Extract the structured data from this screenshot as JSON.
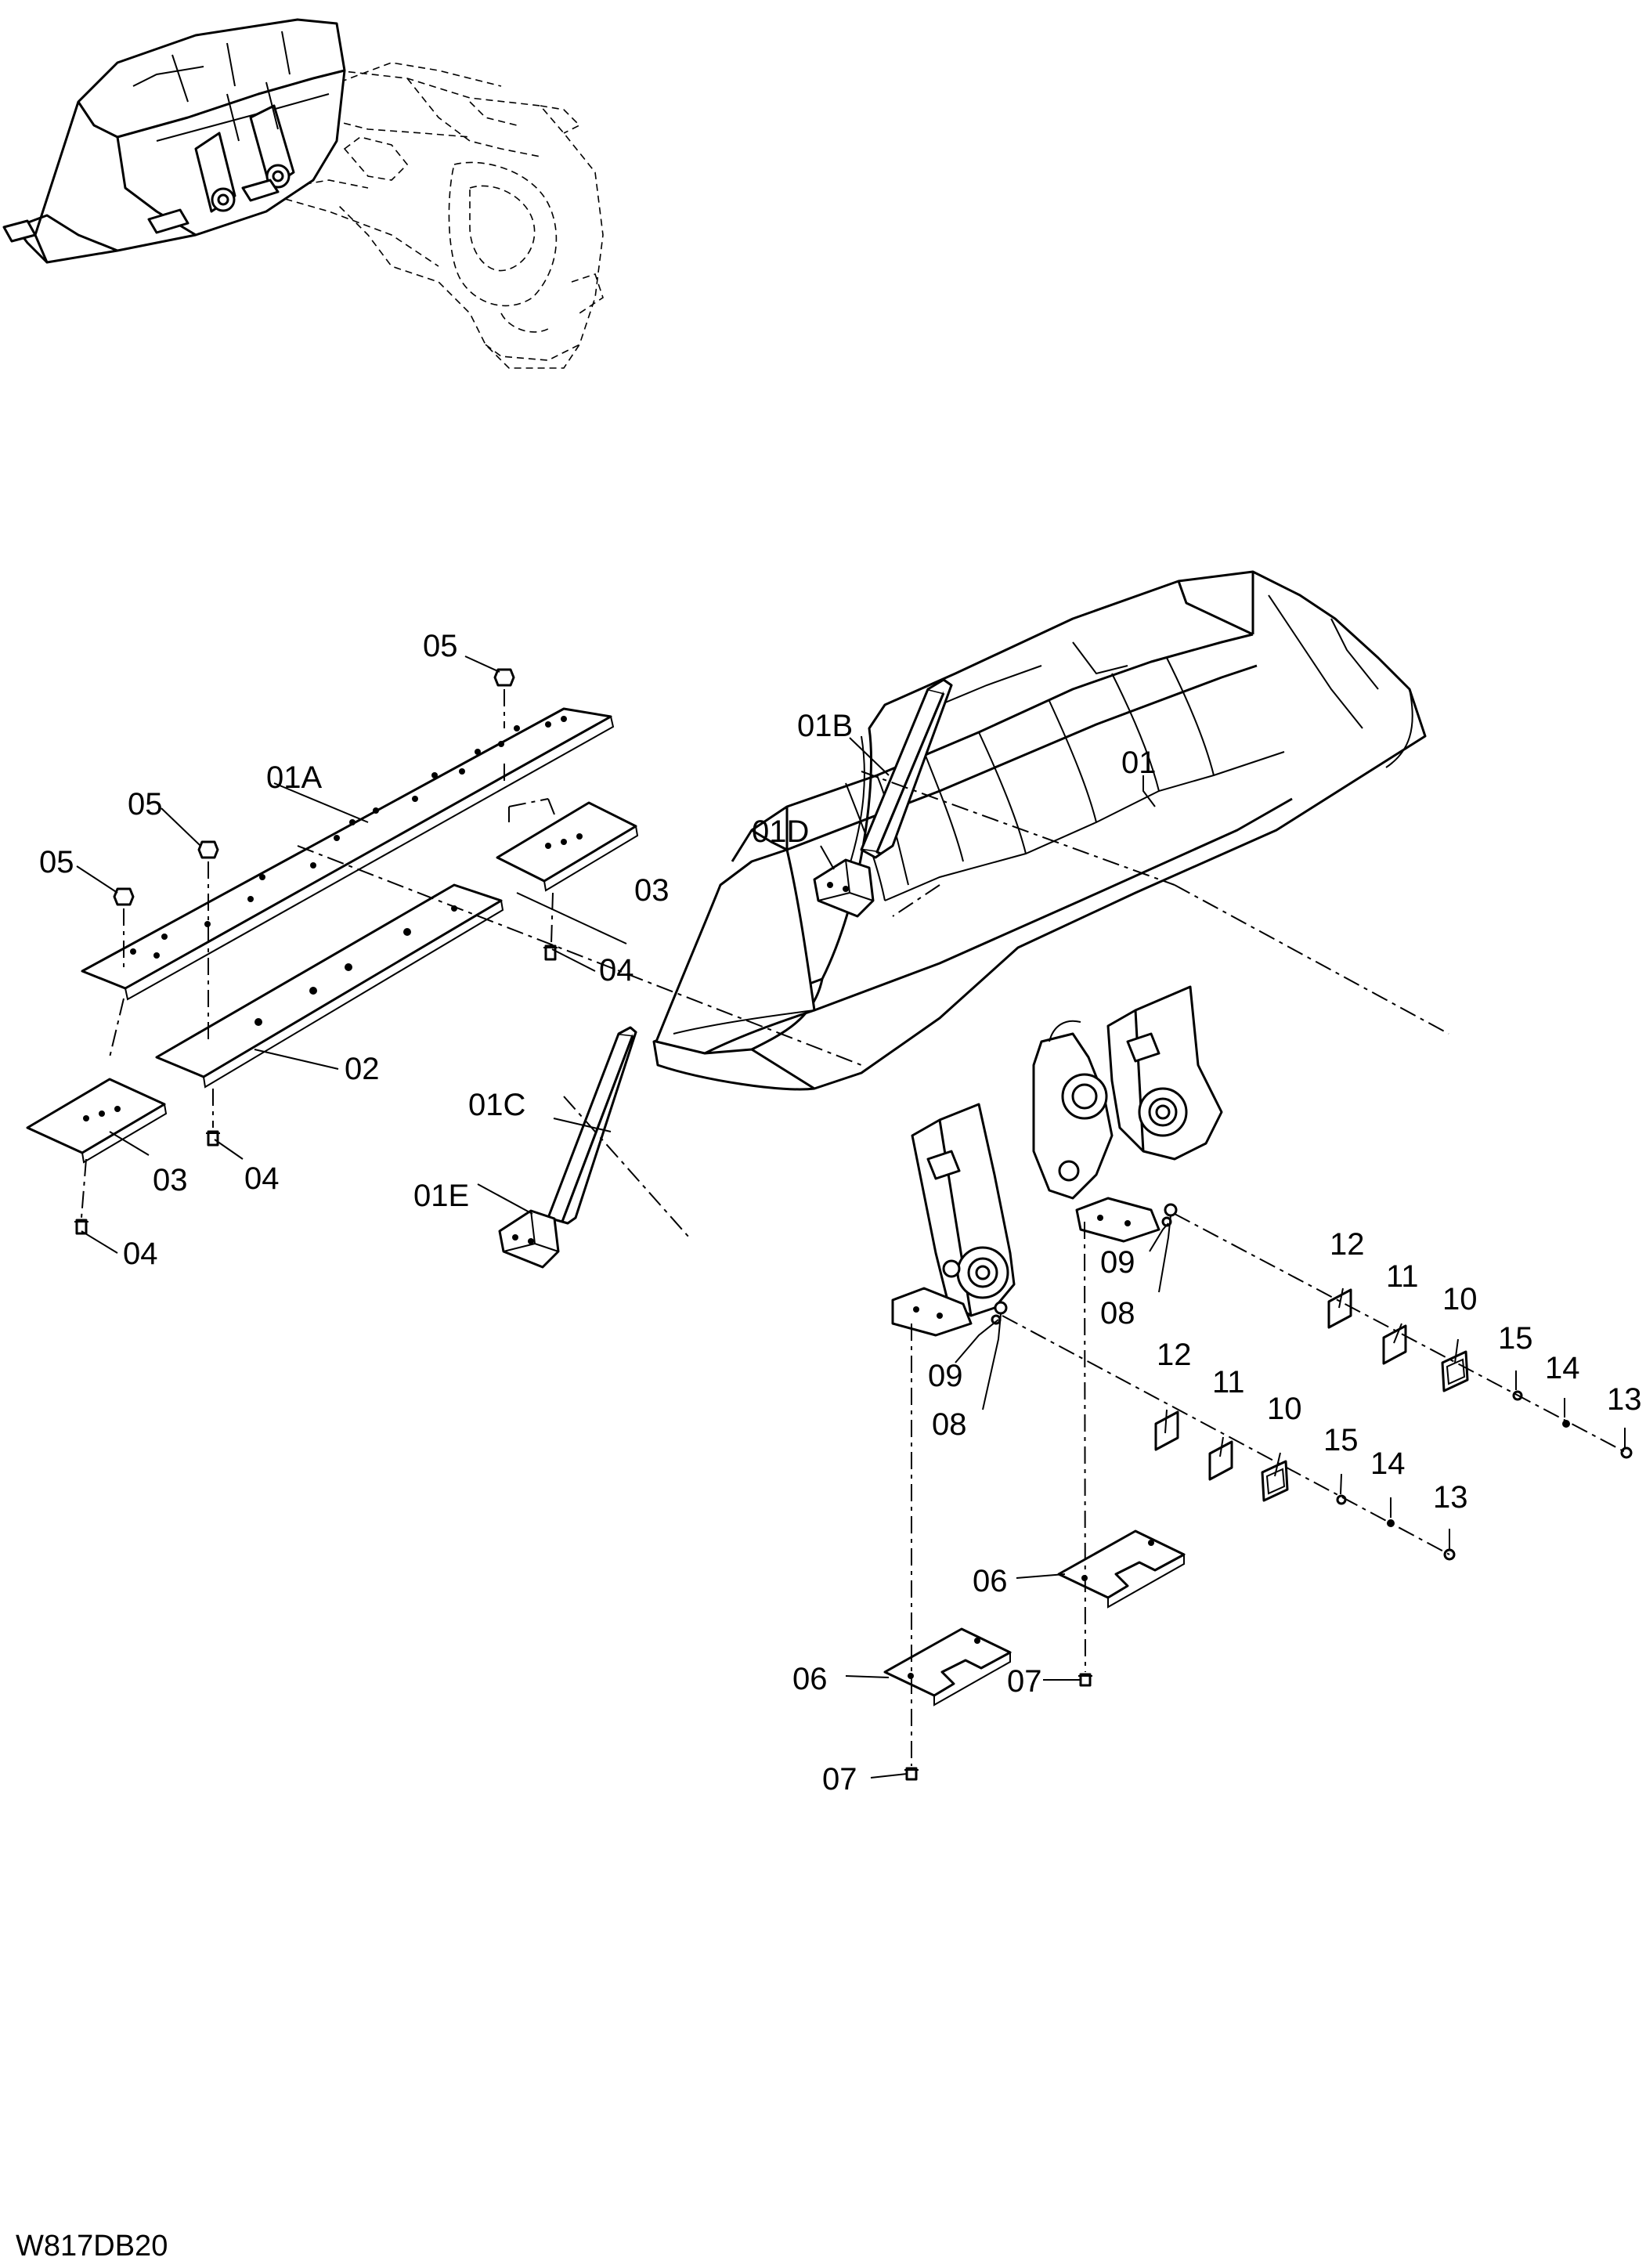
{
  "drawing_code": "W817DB20",
  "labels": {
    "p01": "01",
    "p01A": "01A",
    "p01B": "01B",
    "p01C": "01C",
    "p01D": "01D",
    "p01E": "01E",
    "p02": "02",
    "p03": "03",
    "p04": "04",
    "p05": "05",
    "p06": "06",
    "p07": "07",
    "p08": "08",
    "p09": "09",
    "p10": "10",
    "p11": "11",
    "p12": "12",
    "p13": "13",
    "p14": "14",
    "p15": "15"
  }
}
